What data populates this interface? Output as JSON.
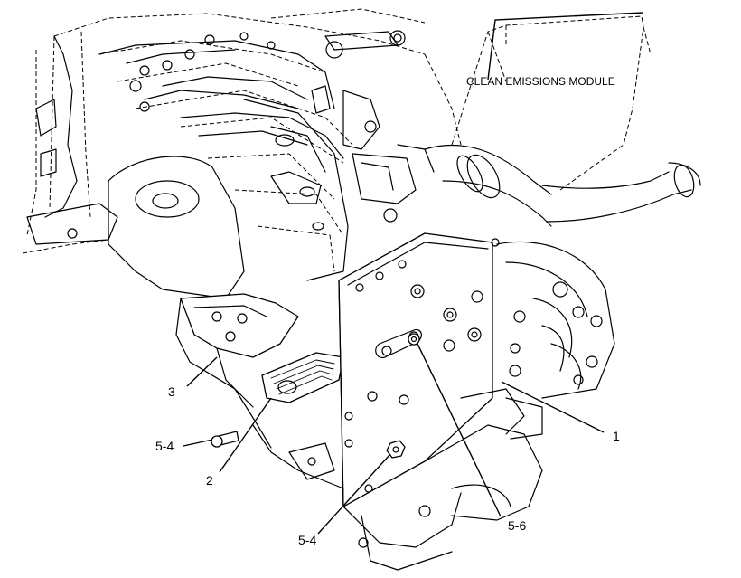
{
  "diagram": {
    "module_label": "CLEAN EMISSIONS MODULE",
    "callouts": [
      {
        "id": "c1",
        "text": "1"
      },
      {
        "id": "c2",
        "text": "2"
      },
      {
        "id": "c3",
        "text": "3"
      },
      {
        "id": "c54a",
        "text": "5-4"
      },
      {
        "id": "c54b",
        "text": "5-4"
      },
      {
        "id": "c56",
        "text": "5-6"
      }
    ]
  }
}
